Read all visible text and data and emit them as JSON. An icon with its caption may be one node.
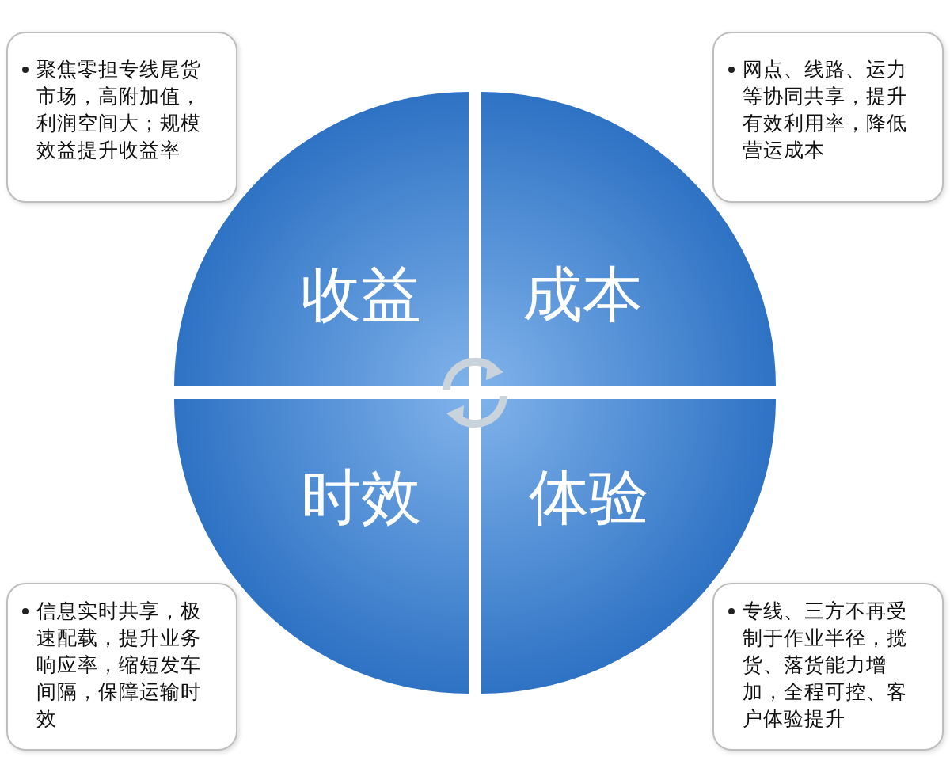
{
  "diagram": {
    "nodes": [
      {
        "text": [
          "聚焦零担专线尾货市场，高附加值，利润空间大；规模效益提升收益率"
        ]
      },
      {
        "text": [
          "网点、线路、运力等协同共享，提升有效利用率，降低营运成本"
        ]
      },
      {
        "text": [
          "收益"
        ]
      },
      {
        "text": [
          "成本"
        ]
      },
      {
        "text": [
          "时效"
        ]
      },
      {
        "text": [
          "体验"
        ]
      },
      {
        "text": [
          "信息实时共享，极速配载，提升业务响应率，缩短发车间隔，保障运输时效"
        ]
      },
      {
        "text": [
          "专线、三方不再受制于作业半径，揽货、落货能力增加，全程可控、客户体验提升"
        ]
      }
    ],
    "edges": []
  }
}
